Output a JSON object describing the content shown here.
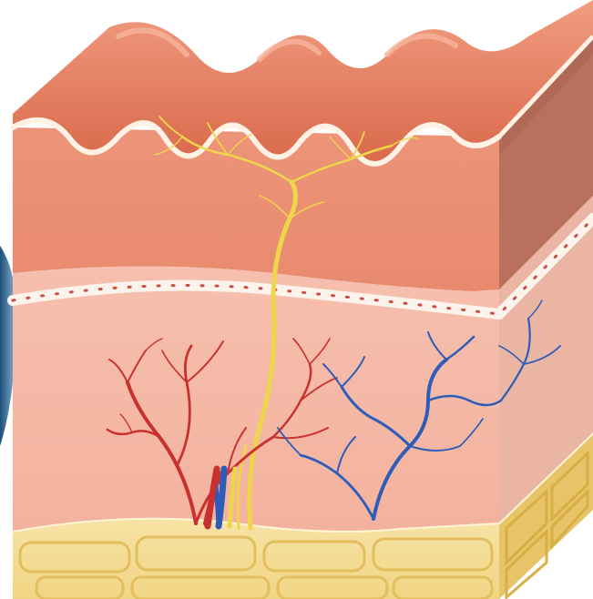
{
  "image": {
    "subject": "skin-cross-section-block",
    "layers": [
      {
        "name": "epidermis",
        "color": "#E98E72"
      },
      {
        "name": "dermis",
        "color": "#F4B4A0"
      },
      {
        "name": "hypodermis",
        "color": "#F2D98C"
      }
    ],
    "structures": [
      {
        "name": "nerve",
        "color": "#EED64A"
      },
      {
        "name": "arterial-vessels",
        "color": "#C8312E"
      },
      {
        "name": "venous-vessels",
        "color": "#2D5DB8"
      }
    ],
    "colors": {
      "background": "#FFFFFF",
      "epidermis_top": "#E07B5C",
      "epidermis_side": "#B9705C",
      "dermis_side": "#E3A593",
      "fat": "#F5DE98",
      "fat_side": "#E8C468",
      "basement_line": "#FBF3EC",
      "dots": "#C85048"
    }
  }
}
